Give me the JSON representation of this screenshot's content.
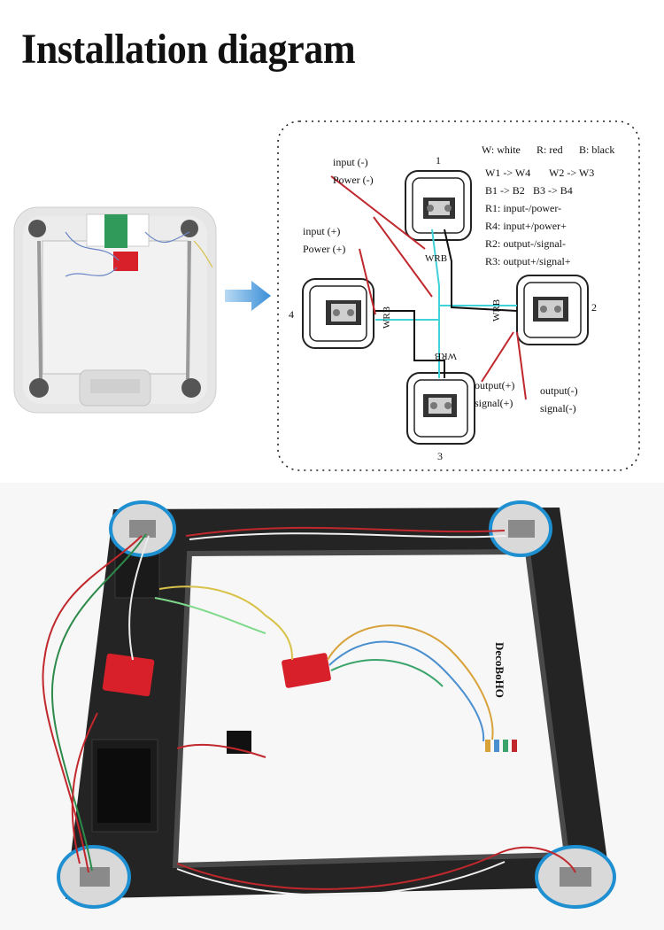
{
  "title": "Installation diagram",
  "legend": {
    "white": "W: white",
    "red": "R: red",
    "black": "B: black",
    "rules": [
      "W1 -> W4",
      "W2 -> W3",
      "B1 -> B2",
      "B3 -> B4",
      "R1: input-/power-",
      "R4: input+/power+",
      "R2: output-/signal-",
      "R3: output+/signal+"
    ]
  },
  "labels": {
    "input_minus": "input (-)",
    "power_minus": "Power (-)",
    "input_plus": "input (+)",
    "power_plus": "Power (+)",
    "output_plus": "output(+)",
    "signal_plus": "signal(+)",
    "output_minus": "output(-)",
    "signal_minus": "signal(-)"
  },
  "cells": {
    "c1": "1",
    "c2": "2",
    "c3": "3",
    "c4": "4"
  },
  "wire_codes": {
    "c1": "WRB",
    "c2": "WRB",
    "c3": "WRB",
    "c4": "WRB"
  },
  "board_text": "DecoBoHO",
  "colors": {
    "wire_red": "#c0282d",
    "wire_black": "#111111",
    "wire_white": "#3fd2d8",
    "highlight": "#1e8fd0",
    "arrow": "#3a8fd8",
    "pcb": "#d8202a",
    "frame": "#262626"
  },
  "icons": [
    "arrow-right-icon"
  ]
}
